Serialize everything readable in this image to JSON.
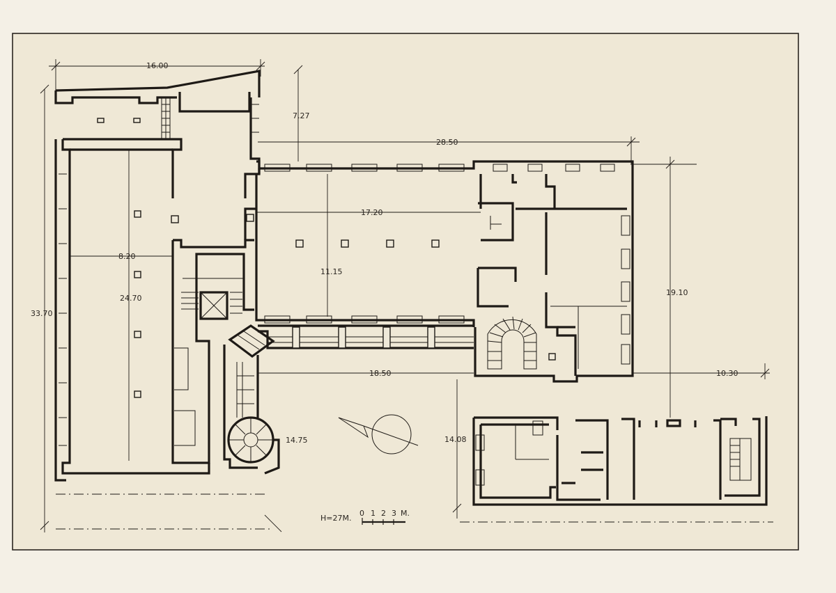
{
  "drawing": {
    "dimensions": {
      "d_16_00": "16.00",
      "d_7_27": "7.27",
      "d_28_50": "28.50",
      "d_17_20": "17.20",
      "d_8_20": "8.20",
      "d_11_15": "11.15",
      "d_24_70": "24.70",
      "d_33_70": "33.70",
      "d_19_10": "19.10",
      "d_18_50": "18.50",
      "d_10_30": "10.30",
      "d_14_75": "14.75",
      "d_14_08": "14.08"
    },
    "height_note": "H=27M.",
    "scale_bar": {
      "ticks": [
        "0",
        "1",
        "2",
        "3"
      ],
      "unit": "M."
    },
    "colors": {
      "paper": "#efe9d9",
      "ink": "#1e1a16",
      "frame": "#2a2520"
    }
  }
}
